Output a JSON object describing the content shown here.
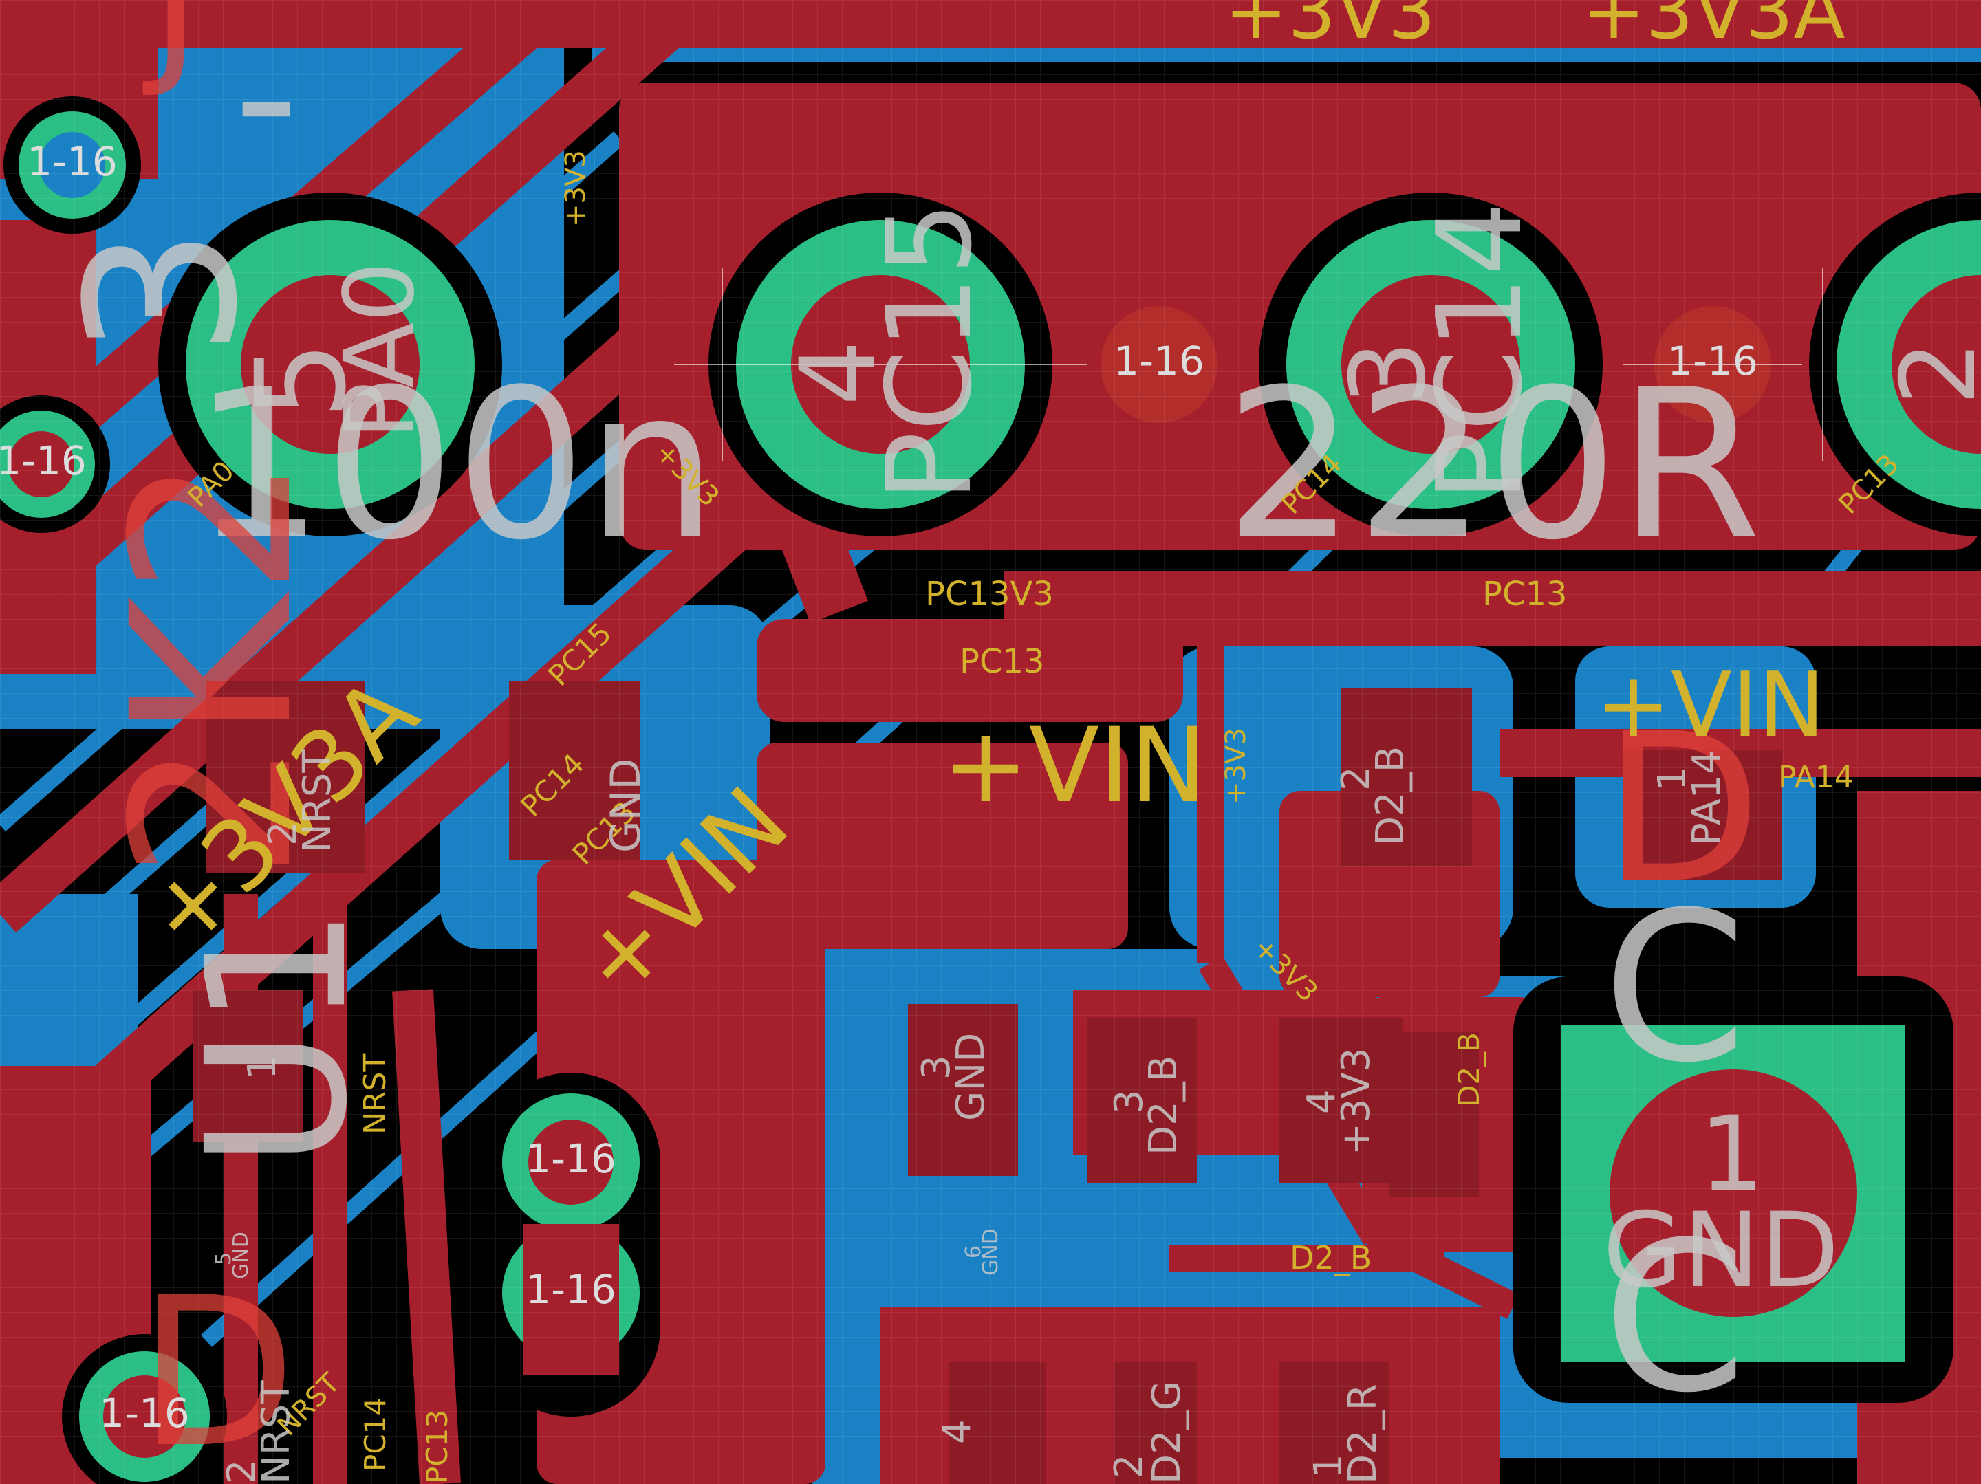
{
  "colors": {
    "background": "#000000",
    "top_copper": "#a5202c",
    "top_copper_light": "#b52a34",
    "bottom_copper": "#1a82c4",
    "pad": "#2bbf86",
    "silkscreen": "#c8c8c8",
    "net_label": "#d2b22c",
    "grid": "#ffffff"
  },
  "vias": {
    "label": "1-16"
  },
  "net_labels": {
    "v3v3": "+3V3",
    "v3v3a": "+3V3A",
    "vin": "+VIN",
    "pa0": "PA0",
    "pa14": "PA14",
    "pc13": "PC13",
    "pc14": "PC14",
    "pc15": "PC15",
    "nrst": "NRST",
    "gnd": "GND",
    "d2_b": "D2_B",
    "d2_g": "D2_G",
    "d2_r": "D2_R",
    "overlap_pc13_3v3": "PC13V3"
  },
  "pads": {
    "p1": "1",
    "p2": "2",
    "p3": "3",
    "p4": "4",
    "p5": "5",
    "p6": "6"
  },
  "component_values": {
    "c_100n": "100n",
    "r_220r": "220R",
    "r_2k2": "2K2"
  },
  "silk_marks": {
    "j_prefix": "J",
    "minus": "-",
    "three": "3",
    "one": "1",
    "two": "2",
    "u1": "U1",
    "led_d": "D",
    "led_c": "C"
  }
}
